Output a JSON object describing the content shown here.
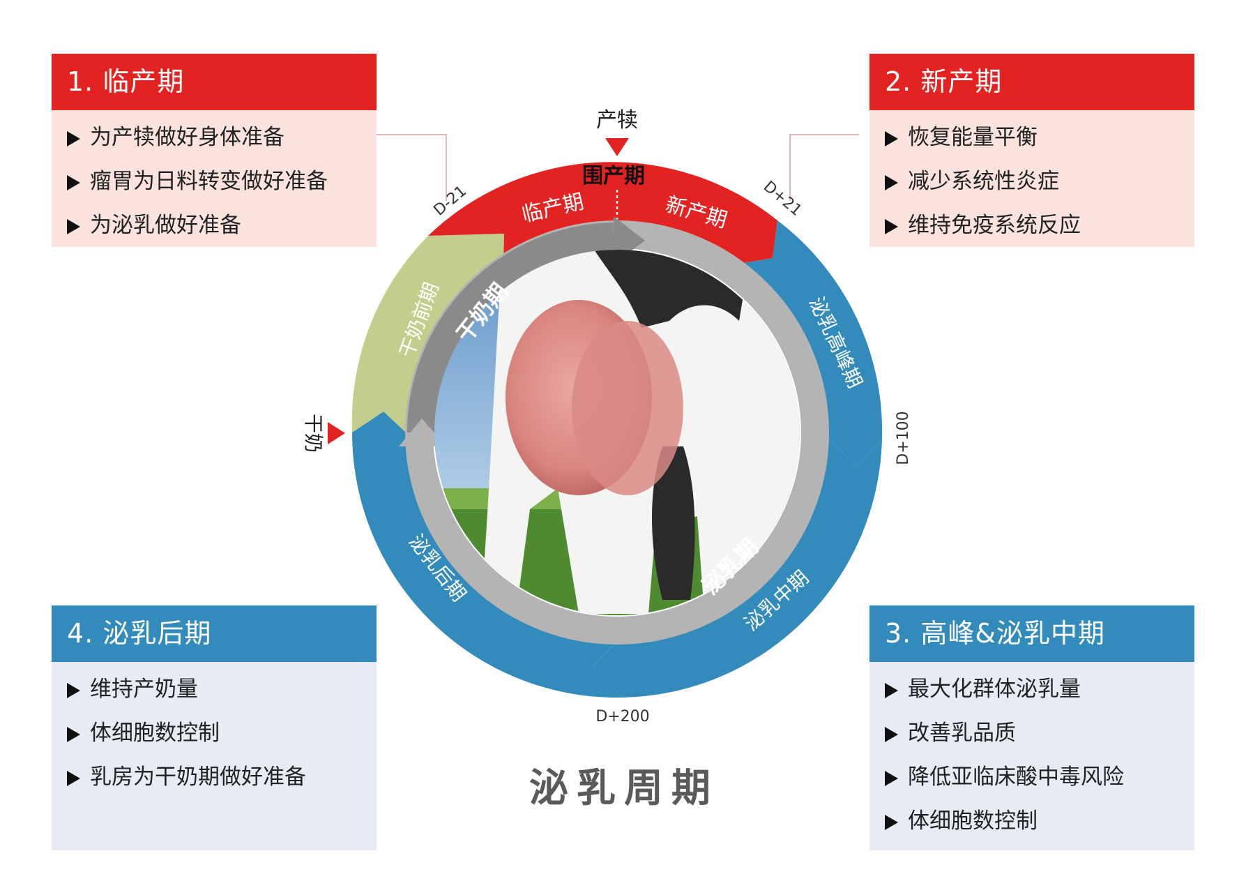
{
  "panels": {
    "p1": {
      "title": "1. 临产期",
      "items": [
        "为产犊做好身体准备",
        "瘤胃为日料转变做好准备",
        "为泌乳做好准备"
      ]
    },
    "p2": {
      "title": "2. 新产期",
      "items": [
        "恢复能量平衡",
        "减少系统性炎症",
        "维持免疫系统反应"
      ]
    },
    "p3": {
      "title": "3. 高峰&泌乳中期",
      "items": [
        "最大化群体泌乳量",
        "改善乳品质",
        "降低亚临床酸中毒风险",
        "体细胞数控制"
      ]
    },
    "p4": {
      "title": "4. 泌乳后期",
      "items": [
        "维持产奶量",
        "体细胞数控制",
        "乳房为干奶期做好准备"
      ]
    }
  },
  "cycle": {
    "title": "泌乳周期",
    "markers": {
      "calving": "产犊",
      "dry_off": "干奶"
    },
    "day_labels": {
      "d_minus_21": "D-21",
      "d_plus_21": "D+21",
      "d_plus_100": "D+100",
      "d_plus_200": "D+200"
    },
    "outer_segments": {
      "transition": "围产期",
      "close_up": "临产期",
      "fresh": "新产期",
      "far_off_dry": "干奶前期",
      "peak": "泌乳高峰期",
      "mid": "泌乳中期",
      "late": "泌乳后期"
    },
    "inner_segments": {
      "dry": "干奶期",
      "lactation": "泌乳期"
    }
  },
  "colors": {
    "red": "#e32321",
    "blue": "#338bbc",
    "green": "#c3cd8c",
    "grey_dark": "#8a8a8a",
    "grey_light": "#b4b4b4"
  }
}
